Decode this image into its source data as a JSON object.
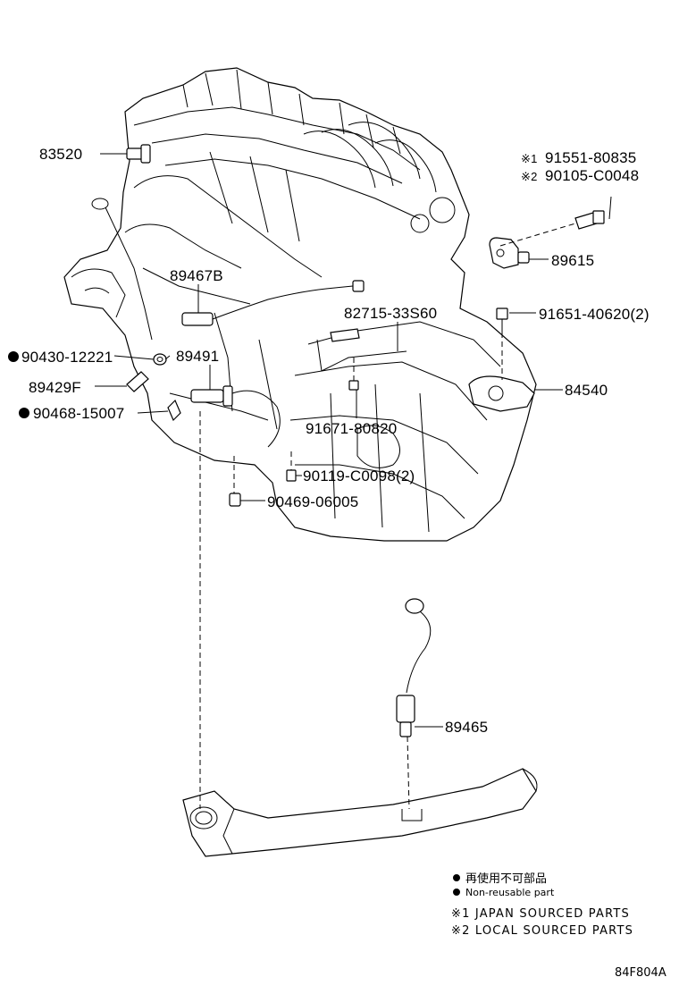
{
  "labels": {
    "p83520": "83520",
    "p91551": "91551-80835",
    "p90105": "90105-C0048",
    "p89615": "89615",
    "p89467b": "89467B",
    "p82715": "82715-33S60",
    "p91651": "91651-40620(2)",
    "p90430": "90430-12221",
    "p89491": "89491",
    "p89429f": "89429F",
    "p84540": "84540",
    "p90468": "90468-15007",
    "p91671": "91671-80820",
    "p90119": "90119-C0098(2)",
    "p90469": "90469-06005",
    "p89465": "89465"
  },
  "marks": {
    "japan_mark": "※1",
    "local_mark": "※2"
  },
  "legend": {
    "nonreusable_jp": "再使用不可部品",
    "nonreusable_en": "Non-reusable part",
    "japan_sourced": "※1 JAPAN SOURCED PARTS",
    "local_sourced": "※2 LOCAL SOURCED PARTS"
  },
  "illustration_code": "84F804A"
}
